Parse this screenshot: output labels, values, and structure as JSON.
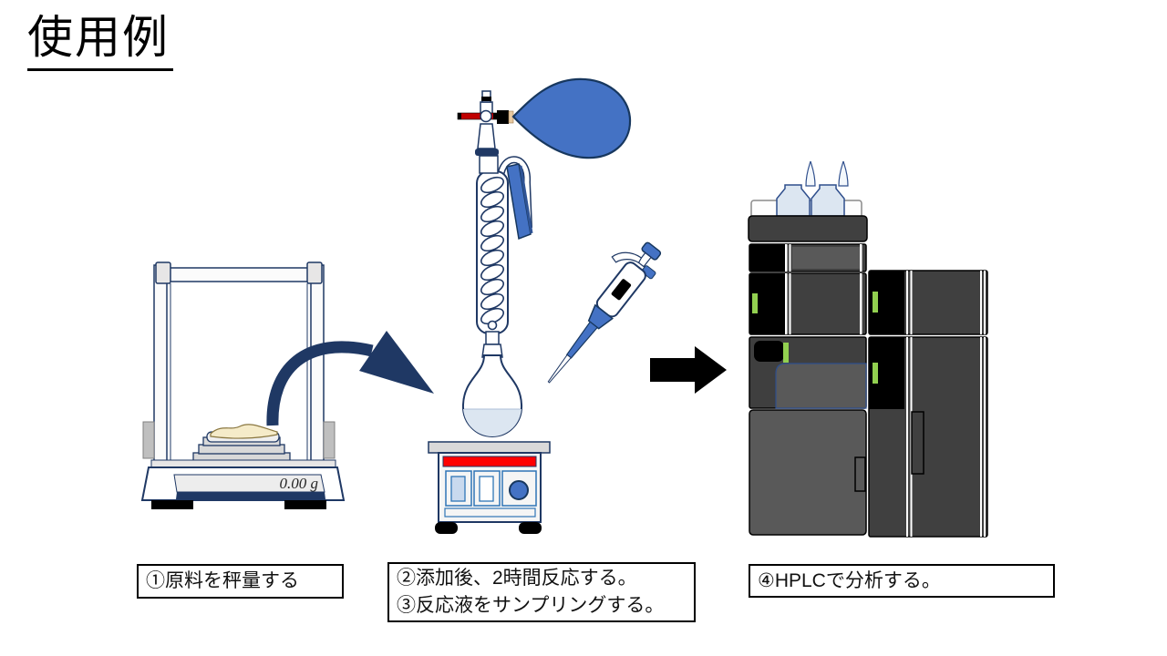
{
  "title": "使用例",
  "steps": [
    {
      "lines": [
        "①原料を秤量する"
      ]
    },
    {
      "lines": [
        "②添加後、2時間反応する。",
        "③反応液をサンプリングする。"
      ]
    },
    {
      "lines": [
        "④HPLCで分析する。"
      ]
    }
  ],
  "balance": {
    "display_value": "0.00 g"
  },
  "icons": {
    "transfer_arrow": "curved-navy-arrow",
    "flow_arrow": "black-right-block-arrow",
    "gas_balloon": "blue-teardrop-bulb",
    "status_led": "green-led-bar"
  },
  "colors": {
    "outline_navy": "#1F3864",
    "accent_blue": "#4472C4",
    "light_blue": "#DCE6F1",
    "stirrer_red": "#FF0000",
    "stopcock_red": "#C00000",
    "led_green": "#92D050",
    "hplc_dark": "#404040",
    "hplc_mid": "#595959",
    "black": "#000000"
  }
}
